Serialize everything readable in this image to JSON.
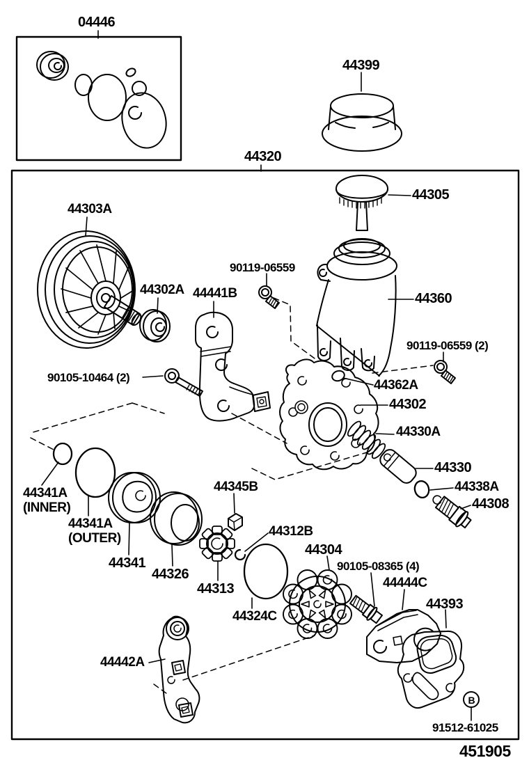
{
  "sheet": {
    "number": "451905",
    "ref_letter": "B"
  },
  "parts": {
    "kit": "04446",
    "reservoir_plug": "44399",
    "pump_assembly": "44320",
    "pulley": "44303A",
    "bearing": "44302A",
    "bracket_front": "44441B",
    "bolt_small": "90119-06559",
    "reservoir_cap": "44305",
    "reservoir": "44360",
    "bolt_small_2": "90119-06559 (2)",
    "oring_reservoir": "44362A",
    "housing_front": "44302",
    "spring": "44330A",
    "flow_control_valve": "44330",
    "oring_valve": "44338A",
    "pressure_port_union": "44308",
    "bolt_long": "90105-10464 (2)",
    "oring_inner": "44341A",
    "oring_inner_note": "(INNER)",
    "oring_outer": "44341A",
    "oring_outer_note": "(OUTER)",
    "cam_ring": "44341",
    "side_plate": "44326",
    "key": "44345B",
    "rotor": "44313",
    "snap_ring": "44312B",
    "oring_rear": "44324C",
    "housing_rear": "44304",
    "bolt_set": "90105-08365 (4)",
    "bracket_rear": "44444C",
    "gasket": "44393",
    "bracket_lower": "44442A",
    "bolt_ref": "91512-61025"
  }
}
